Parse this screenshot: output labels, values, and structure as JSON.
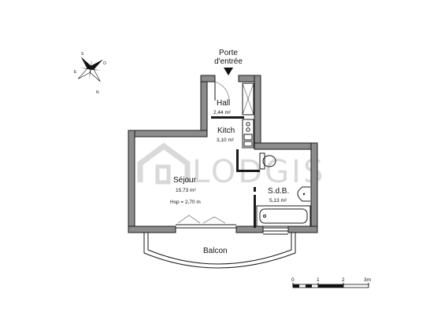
{
  "entrance_label": [
    "Porte",
    "d'entrée"
  ],
  "watermark": "LODGIS",
  "rooms": {
    "hall": {
      "name": "Hall",
      "area": "2,44 m²"
    },
    "kitch": {
      "name": "Kitch",
      "area": "3,10 m²"
    },
    "sejour": {
      "name": "Séjour",
      "area": "15,73 m²",
      "height": "Hsp = 2,70 m"
    },
    "sdb": {
      "name": "S.d.B.",
      "area": "5,13 m²"
    },
    "balcon": {
      "name": "Balcon"
    }
  },
  "compass": {
    "north": "N",
    "east": "E",
    "south": "S",
    "west": "O"
  },
  "scale_bar": {
    "ticks": [
      "0",
      "1",
      "2",
      "3m"
    ]
  },
  "colors": {
    "wall_fill": "#8c8c8c",
    "wall_dark": "#1a1a1a",
    "watermark": "#d9d9d9"
  }
}
